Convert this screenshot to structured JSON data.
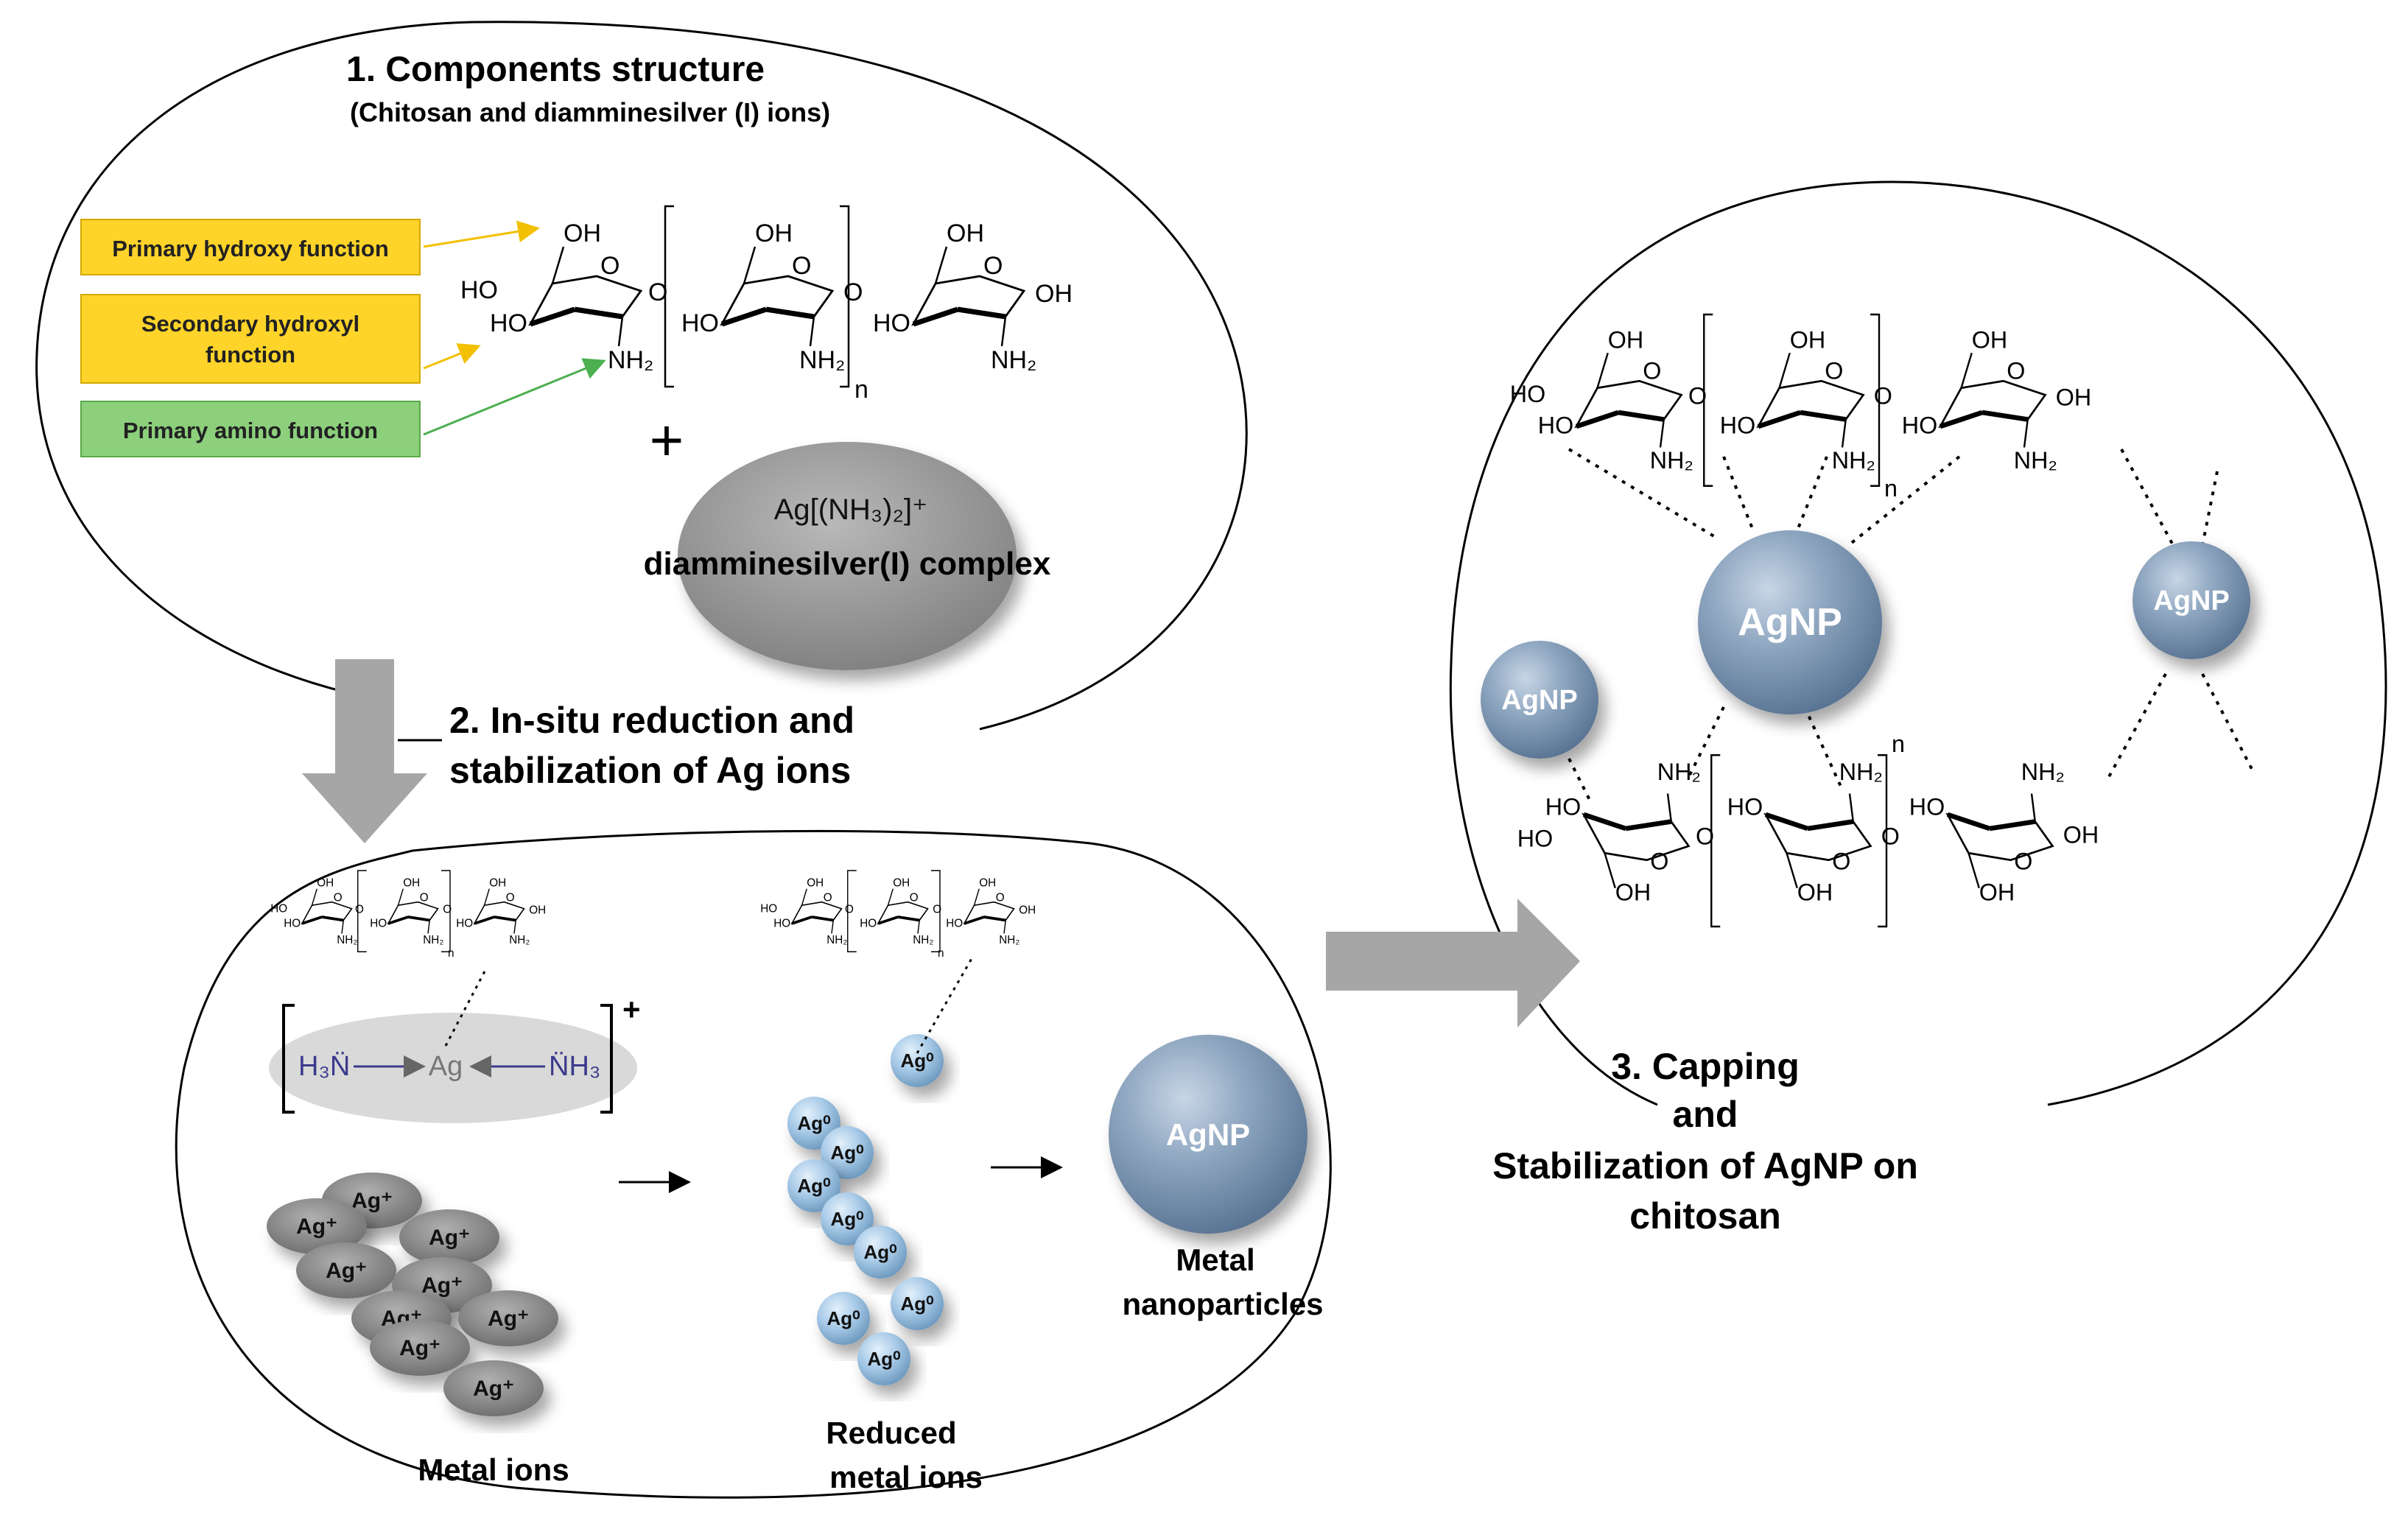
{
  "section1": {
    "heading": "1.   Components structure",
    "subheading": "(Chitosan and diamminesilver (I) ions)",
    "callouts": {
      "primary_hydroxy": "Primary hydroxy function",
      "secondary_hydroxyl_line1": "Secondary hydroxyl",
      "secondary_hydroxyl_line2": "function",
      "primary_amino": "Primary amino function"
    },
    "plus_sign": "+",
    "complex_formula": "Ag[(NH₃)₂]⁺",
    "complex_name": "diamminesilver(I) complex"
  },
  "section2": {
    "heading_line1": "2. In-situ reduction and",
    "heading_line2": "stabilization  of Ag ions",
    "complex_left": "H₃N̈",
    "complex_center": "Ag",
    "complex_right": "N̈H₃",
    "complex_charge": "+",
    "ion_label": "Ag⁺",
    "atom_label": "Ag⁰",
    "nanoparticle_label": "AgNP",
    "caption_metal_ions": "Metal ions",
    "caption_reduced_line1": "Reduced",
    "caption_reduced_line2": "metal ions",
    "caption_metal_np_line1": "Metal",
    "caption_metal_np_line2": "nanoparticles"
  },
  "section3": {
    "caption_line1": "3. Capping",
    "caption_line2": "and",
    "caption_line3": "Stabilization  of AgNP on",
    "caption_line4": "chitosan",
    "agnp_label": "AgNP"
  },
  "chem_labels": {
    "oh": "OH",
    "ho": "HO",
    "o": "O",
    "nh2": "NH₂",
    "n": "n"
  },
  "colors": {
    "callout_yellow": "#FFD42A",
    "callout_green": "#8CD07C",
    "arrow_yellow": "#F2C000",
    "arrow_green": "#4CAF50",
    "big_arrow": "#A6A6A6",
    "agnp_blue": "#6E8BAA",
    "complex_gray": "#8C8C8C",
    "complex_text_blue": "#3A3A8C"
  }
}
